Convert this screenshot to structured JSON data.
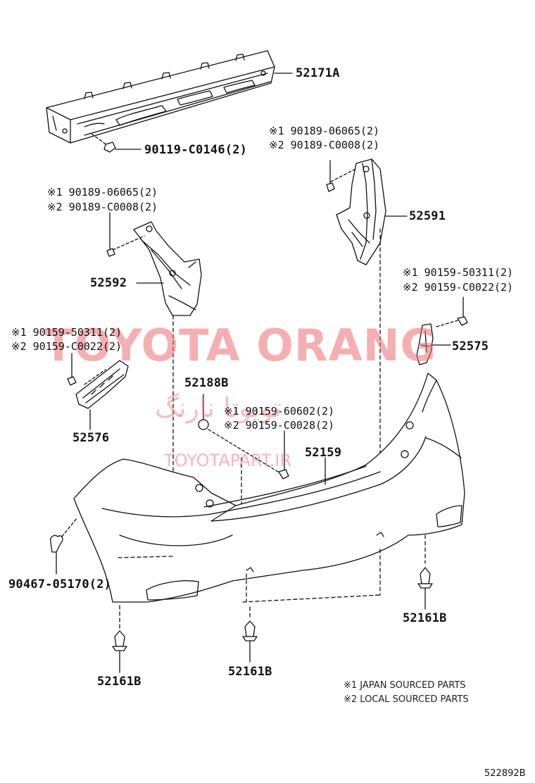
{
  "parts": {
    "reinforcement": "52171A",
    "reinforcement_bolt": "90119-C0146(2)",
    "retainer_right": "52591",
    "retainer_right_nut_1": "※1 90189-06065(2)",
    "retainer_right_nut_2": "※2 90189-C0008(2)",
    "retainer_left": "52592",
    "retainer_left_nut_1": "※1 90189-06065(2)",
    "retainer_left_nut_2": "※2 90189-C0008(2)",
    "side_support_right": "52575",
    "side_support_right_screw_1": "※1 90159-50311(2)",
    "side_support_right_screw_2": "※2 90159-C0022(2)",
    "side_support_left": "52576",
    "side_support_left_screw_1": "※1 90159-50311(2)",
    "side_support_left_screw_2": "※2 90159-C0022(2)",
    "nut_center": "52188B",
    "center_screw_1": "※1 90159-60602(2)",
    "center_screw_2": "※2 90159-C0028(2)",
    "bumper_cover": "52159",
    "clip_side": "90467-05170(2)",
    "clip_right": "52161B",
    "clip_center": "52161B",
    "clip_left": "52161B"
  },
  "notes": {
    "note1": "※1 JAPAN SOURCED PARTS",
    "note2": "※2 LOCAL SOURCED PARTS"
  },
  "watermark": {
    "brand": "TOYOTA ORANG",
    "persian": "تویوتا نارنگ",
    "url": "TOYOTAPART.IR"
  },
  "diagram_code": "522892B"
}
